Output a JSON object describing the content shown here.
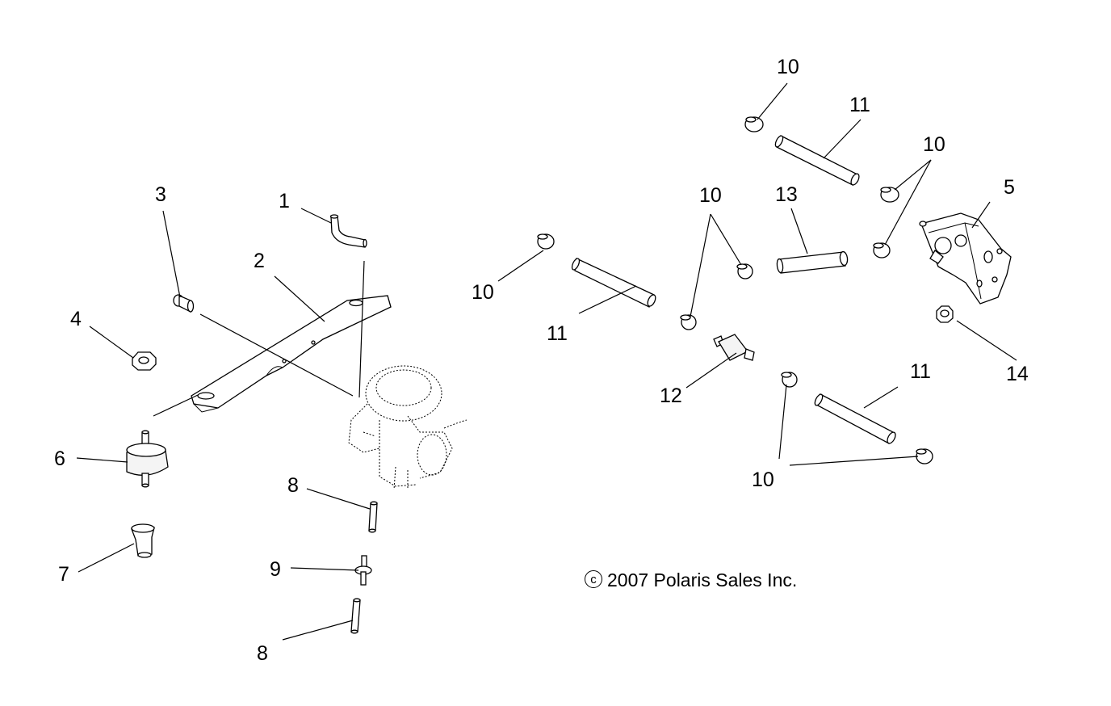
{
  "labels": {
    "l1": "1",
    "l2": "2",
    "l3": "3",
    "l4": "4",
    "l5": "5",
    "l6": "6",
    "l7": "7",
    "l8a": "8",
    "l8b": "8",
    "l9": "9",
    "l10a": "10",
    "l10b": "10",
    "l10c": "10",
    "l10d": "10",
    "l10e": "10",
    "l11a": "11",
    "l11b": "11",
    "l11c": "11",
    "l12": "12",
    "l13": "13",
    "l14": "14"
  },
  "copyright": {
    "symbol": "c",
    "text": "2007 Polaris Sales Inc."
  }
}
